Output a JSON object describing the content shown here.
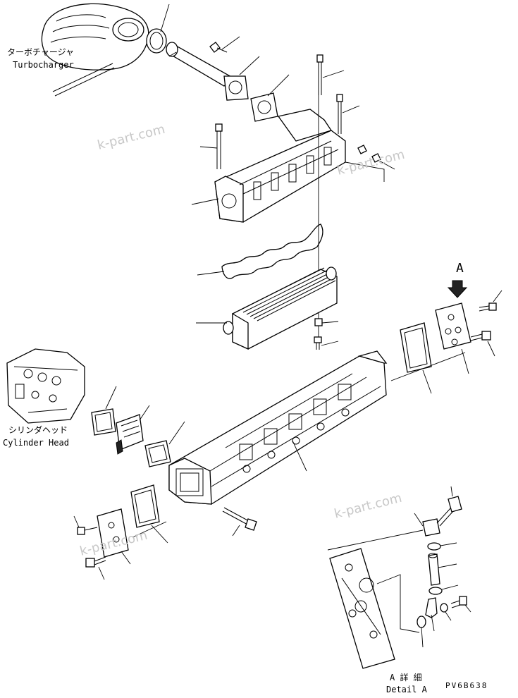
{
  "labels": {
    "turbocharger_jp": "ターボチャージャ",
    "turbocharger_en": "Turbocharger",
    "cylinder_head_jp": "シリンダヘッド",
    "cylinder_head_en": "Cylinder Head",
    "view_marker": "A",
    "detail_jp": "A 詳 細",
    "detail_en": "Detail A",
    "drawing_code": "PV6B638"
  },
  "watermarks": [
    "k-part.com",
    "k-part.com",
    "k-part.com",
    "k-part.com"
  ],
  "colors": {
    "line": "#000000",
    "background": "#ffffff",
    "watermark": "#c8c8c8"
  }
}
